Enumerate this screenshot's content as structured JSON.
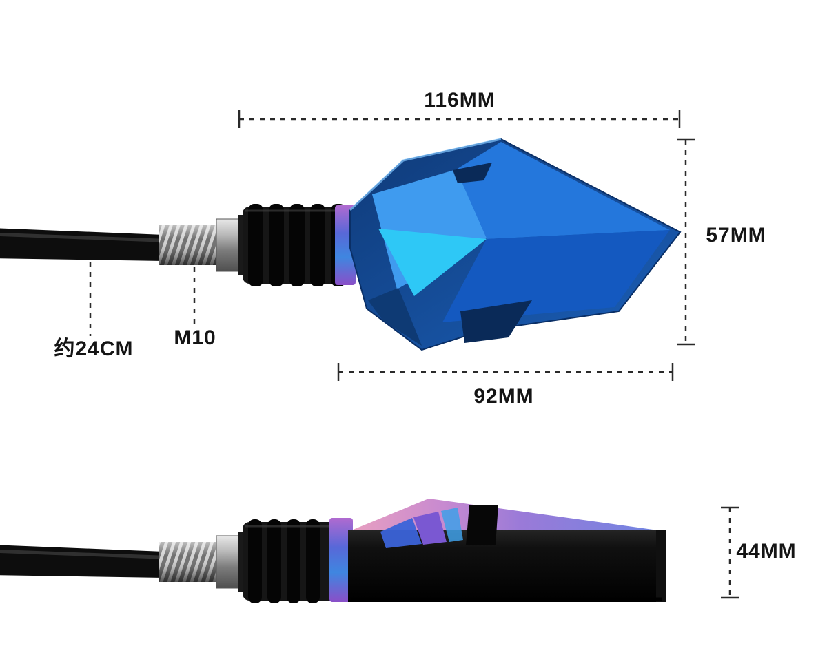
{
  "labels": {
    "top_width": "116MM",
    "head_height": "57MM",
    "base_width": "92MM",
    "cable_length": "约24CM",
    "thread_spec": "M10",
    "profile_height": "44MM"
  },
  "colors": {
    "background": "#ffffff",
    "lens_blue_dark": "#0f3a78",
    "lens_blue_mid": "#2477dc",
    "lens_blue_light": "#3f9bef",
    "lens_cyan": "#2ec8f6",
    "body_black": "#121212",
    "metal_silver": "#b9b9b9",
    "iridescent_pink": "#e290b8",
    "iridescent_purple": "#8a5fd8",
    "iridescent_blue": "#4a7fe0",
    "dimension_line": "#2a2a2a",
    "label_text": "#141414"
  }
}
